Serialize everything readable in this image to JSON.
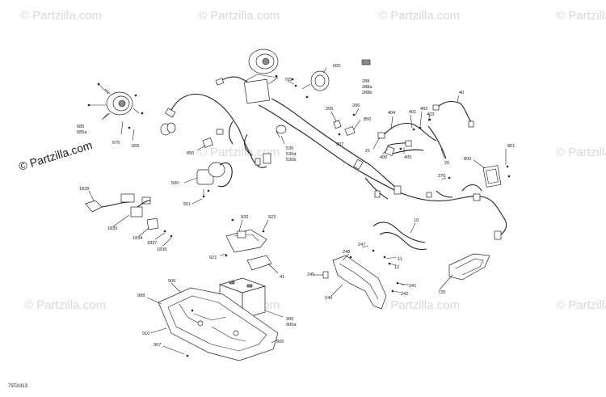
{
  "watermarks": {
    "brand": "© Partzilla.com",
    "prominent": "© Partzilla.com"
  },
  "diagram_code": "79TA313",
  "labels": {
    "l600": "600",
    "l705": "705",
    "l288": "288",
    "l288a": "288a",
    "l288b": "288b",
    "l40": "40",
    "l685": "685",
    "l685a": "685a",
    "l675": "675",
    "l665": "665",
    "l205": "205",
    "l206": "206",
    "l850a": "850",
    "l207": "207",
    "l404": "404",
    "l401": "401",
    "l402": "402",
    "l403": "403",
    "l21": "21",
    "l400": "400",
    "l405": "405",
    "l20": "20",
    "l850b": "850",
    "l530": "530",
    "l530a": "530a",
    "l530b": "530b",
    "l801": "801",
    "l800": "800",
    "l370": "370",
    "l500": "500",
    "l501": "501",
    "l1839": "1839",
    "l1835": "1835",
    "l1834": "1834",
    "l1837": "1837",
    "l1836": "1836",
    "l920": "920",
    "l922": "922",
    "l921": "921",
    "l41": "41",
    "l10": "10",
    "l247": "247",
    "l248": "248",
    "l11": "11",
    "l12": "12",
    "l245": "245",
    "l241": "241",
    "l242": "242",
    "l240": "240",
    "l720": "720",
    "l906": "906",
    "l908": "908",
    "l900": "900",
    "l900a": "900a",
    "l910": "910",
    "l907": "907",
    "l905": "905"
  }
}
